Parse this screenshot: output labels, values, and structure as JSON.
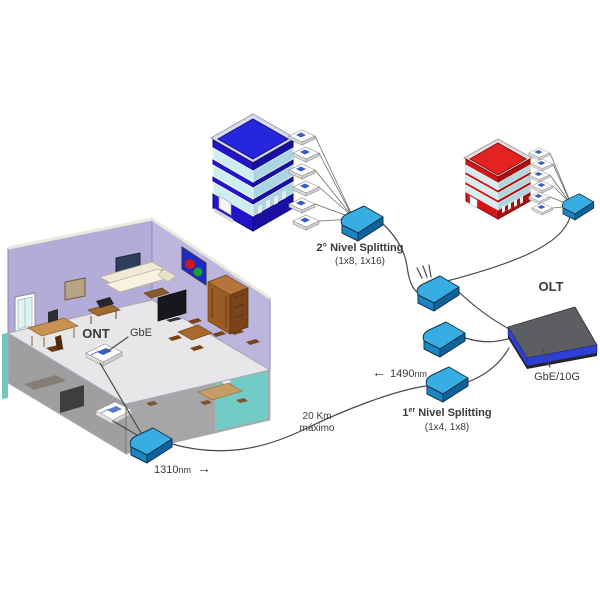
{
  "labels": {
    "ont": "ONT",
    "gbe": "GbE",
    "olt": "OLT",
    "olt_uplink": "GbE/10G",
    "level2": {
      "title": "2° Nivel Splitting",
      "ratios": "(1x8, 1x16)"
    },
    "level1": {
      "num": "1",
      "sup": "er",
      "rest": " Nivel Splitting",
      "ratios": "(1x4, 1x8)"
    },
    "downstream": {
      "value": "1490",
      "unit": "nm"
    },
    "upstream": {
      "value": "1310",
      "unit": "nm"
    },
    "distance": {
      "line1": "20 Km",
      "line2": "máximo"
    }
  },
  "icons": {
    "left_arrow": "←",
    "right_arrow": "→"
  },
  "colors": {
    "fiber_line": "#4a4a4a",
    "splitter_top": "#38ade4",
    "splitter_front": "#1a85c2",
    "splitter_side": "#0e639a",
    "building_blue": "#2214c8",
    "building_blue_roof": "#2626dd",
    "building_red": "#cf1717",
    "building_red_roof": "#e52222",
    "window_glass": "#cdeef2",
    "olt_body": "#5c5e61",
    "olt_stripe": "#2d3fd6",
    "house_wall": "#b3acd8",
    "house_floor": "#e7e7ea",
    "house_teal": "#5fc4bd",
    "ont_label_blue": "#3a5fc0",
    "text": "#3a3a3a"
  }
}
